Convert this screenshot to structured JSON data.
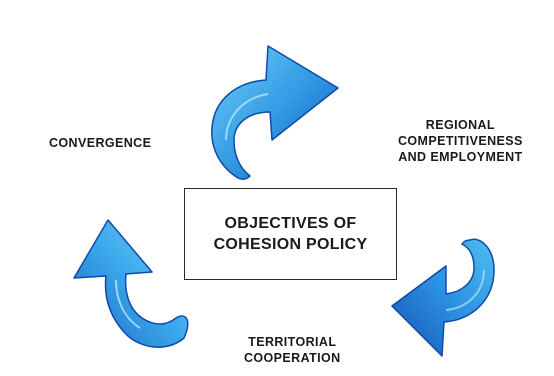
{
  "center": {
    "line1": "OBJECTIVES OF",
    "line2": "COHESION POLICY"
  },
  "labels": {
    "convergence": "CONVERGENCE",
    "regional_line1": "REGIONAL",
    "regional_line2": "COMPETITIVENESS",
    "regional_line3": "AND EMPLOYMENT",
    "territorial_line1": "TERRITORIAL",
    "territorial_line2": "COOPERATION"
  },
  "colors": {
    "arrow_light": "#5cc8f4",
    "arrow_mid": "#2b8fe0",
    "arrow_dark": "#1556b8",
    "text": "#1a1a1a"
  }
}
